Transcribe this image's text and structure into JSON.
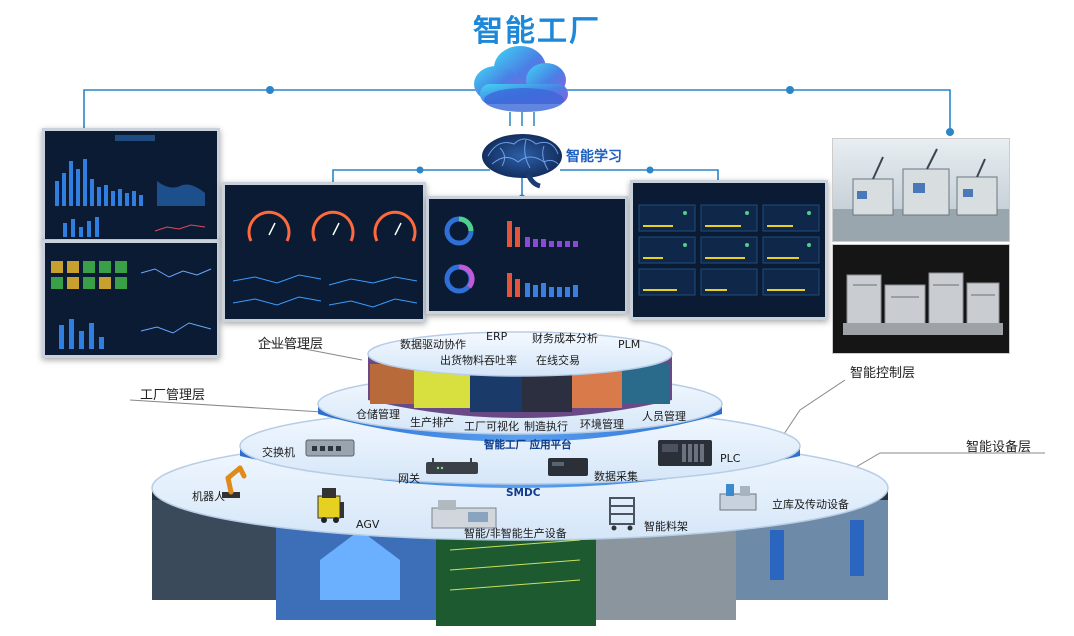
{
  "title": "智能工厂",
  "brain_label": "智能学习",
  "layers": {
    "enterprise": "企业管理层",
    "factory": "工厂管理层",
    "control": "智能控制层",
    "device": "智能设备层"
  },
  "enterprise_items": [
    "数据驱动协作",
    "ERP",
    "财务成本分析",
    "PLM",
    "出货物料吞吐率",
    "在线交易"
  ],
  "factory_items": [
    "仓储管理",
    "生产排产",
    "工厂可视化",
    "制造执行",
    "环境管理",
    "人员管理"
  ],
  "platform_label": "智能工厂 应用平台",
  "control_items": [
    "交换机",
    "网关",
    "数据采集",
    "PLC"
  ],
  "smdc_label": "SMDC",
  "device_items": [
    "机器人",
    "AGV",
    "智能/非智能生产设备",
    "智能料架",
    "立库及传动设备"
  ],
  "colors": {
    "title": "#1e88d8",
    "connector": "#2a86c9",
    "ring": "#cfe3f8",
    "ring_edge": "#3a7fd0"
  }
}
